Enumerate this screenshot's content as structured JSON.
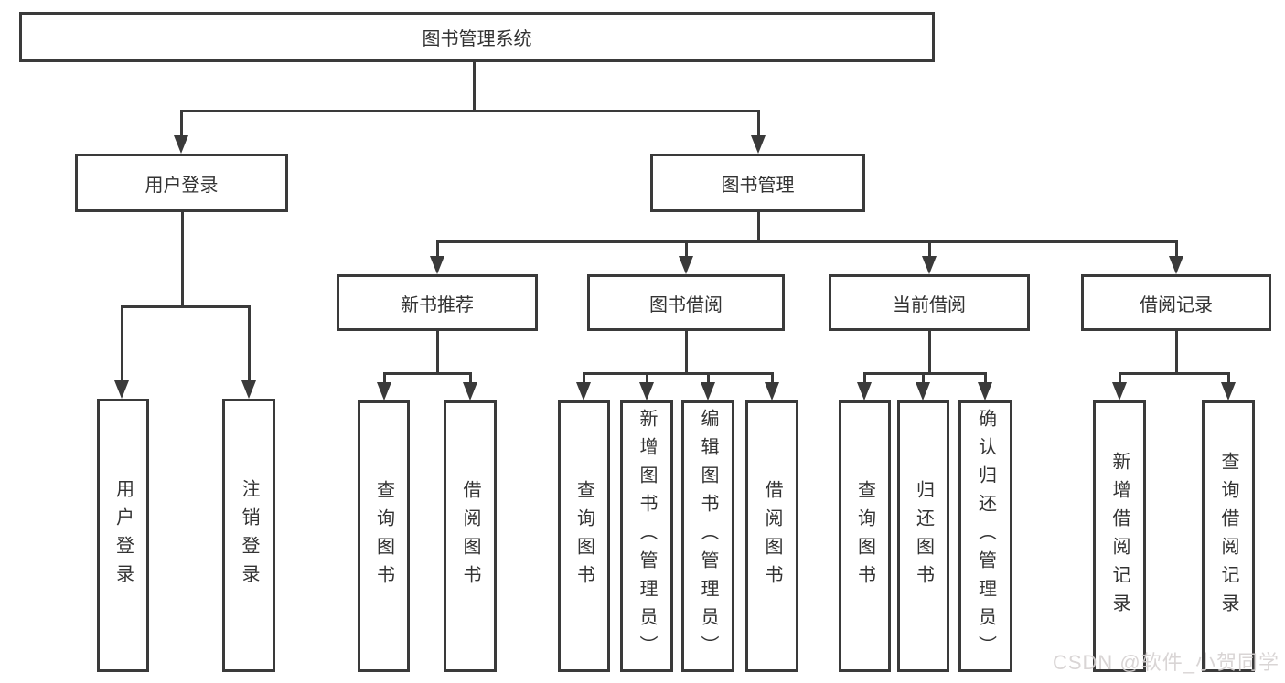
{
  "tree": {
    "label": "图书管理系统",
    "children": [
      {
        "label": "用户登录",
        "children": [
          {
            "label": "用户登录"
          },
          {
            "label": "注销登录"
          }
        ]
      },
      {
        "label": "图书管理",
        "children": [
          {
            "label": "新书推荐",
            "children": [
              {
                "label": "查询图书"
              },
              {
                "label": "借阅图书"
              }
            ]
          },
          {
            "label": "图书借阅",
            "children": [
              {
                "label": "查询图书"
              },
              {
                "label": "新增图书（管理员）"
              },
              {
                "label": "编辑图书（管理员）"
              },
              {
                "label": "借阅图书"
              }
            ]
          },
          {
            "label": "当前借阅",
            "children": [
              {
                "label": "查询图书"
              },
              {
                "label": "归还图书"
              },
              {
                "label": "确认归还（管理员）"
              }
            ]
          },
          {
            "label": "借阅记录",
            "children": [
              {
                "label": "新增借阅记录"
              },
              {
                "label": "查询借阅记录"
              }
            ]
          }
        ]
      }
    ]
  },
  "watermark": {
    "text": "CSDN @软件_小贺同学"
  },
  "colors": {
    "line": "#3a3a3a",
    "box_border": "#3a3a3a",
    "text": "#333333",
    "background": "#ffffff",
    "watermark": "#d6d1d1"
  }
}
